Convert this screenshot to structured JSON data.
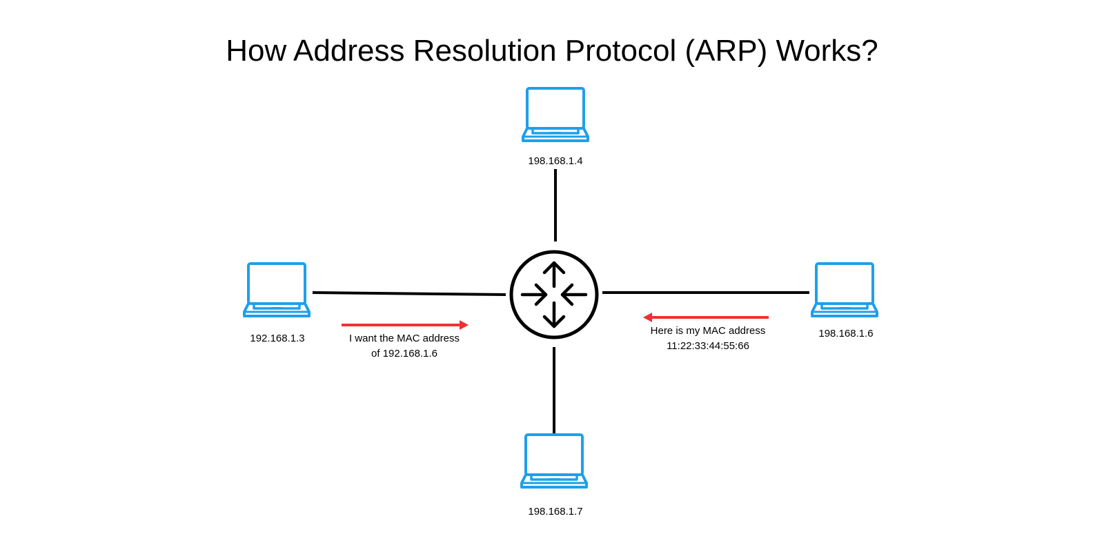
{
  "title": "How Address Resolution Protocol (ARP) Works?",
  "colors": {
    "device": "#1E9FEA",
    "link": "#000000",
    "message_arrow": "#F03131"
  },
  "hub": {
    "icon": "router-icon"
  },
  "devices": {
    "top": {
      "icon": "laptop-icon",
      "label": "198.168.1.4"
    },
    "left": {
      "icon": "laptop-icon",
      "label": "192.168.1.3"
    },
    "right": {
      "icon": "laptop-icon",
      "label": "198.168.1.6"
    },
    "bottom": {
      "icon": "laptop-icon",
      "label": "198.168.1.7"
    }
  },
  "messages": {
    "request": {
      "direction": "left-to-right",
      "line1": "I want the MAC address",
      "line2": "of 192.168.1.6"
    },
    "reply": {
      "direction": "right-to-left",
      "line1": "Here is my MAC address",
      "line2": "11:22:33:44:55:66"
    }
  }
}
